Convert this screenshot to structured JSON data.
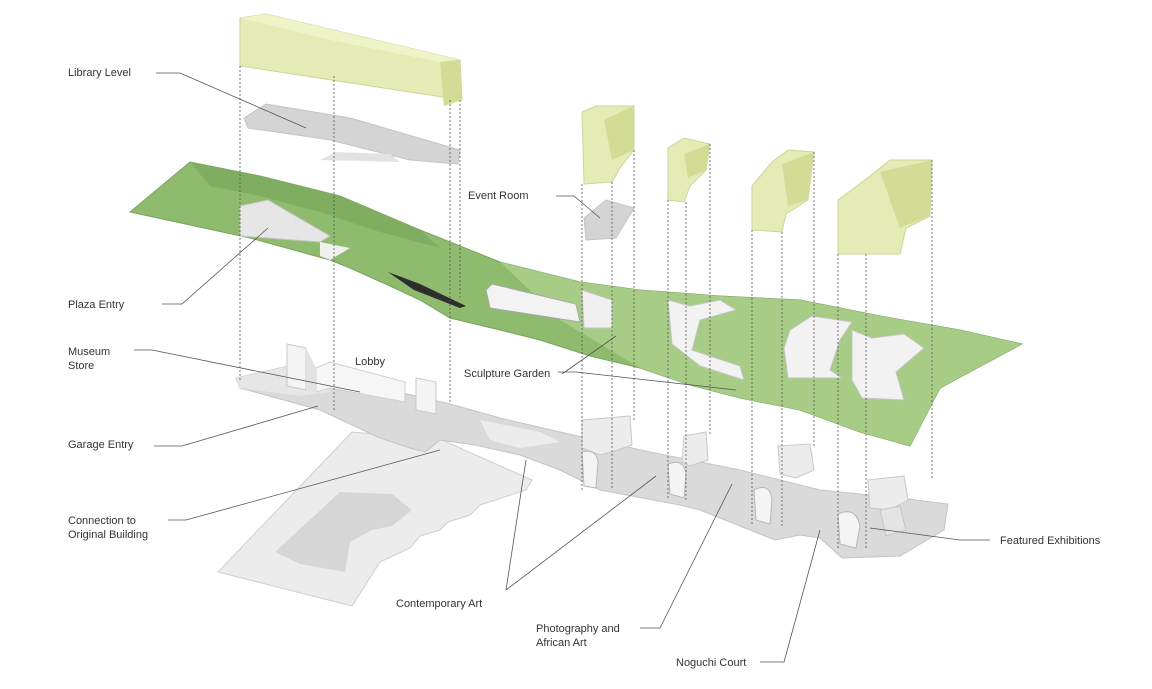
{
  "labels": {
    "library_level": "Library Level",
    "event_room": "Event Room",
    "plaza_entry": "Plaza Entry",
    "museum_store_1": "Museum",
    "museum_store_2": "Store",
    "lobby": "Lobby",
    "sculpture_garden": "Sculpture Garden",
    "garage_entry": "Garage Entry",
    "connection_1": "Connection to",
    "connection_2": "Original Building",
    "featured_exhibitions": "Featured Exhibitions",
    "contemporary_art": "Contemporary Art",
    "photography_1": "Photography and",
    "photography_2": "African Art",
    "noguchi_court": "Noguchi Court"
  },
  "colors": {
    "roof_green": "#8fbb6e",
    "roof_green_light": "#a6cc85",
    "skylight_yellow": "#e4ebb4",
    "skylight_yellow_dark": "#d2dc95",
    "floor_grey": "#d9d9d9",
    "floor_grey_light": "#ececec",
    "wall_white": "#f6f6f6",
    "line": "#555555"
  }
}
